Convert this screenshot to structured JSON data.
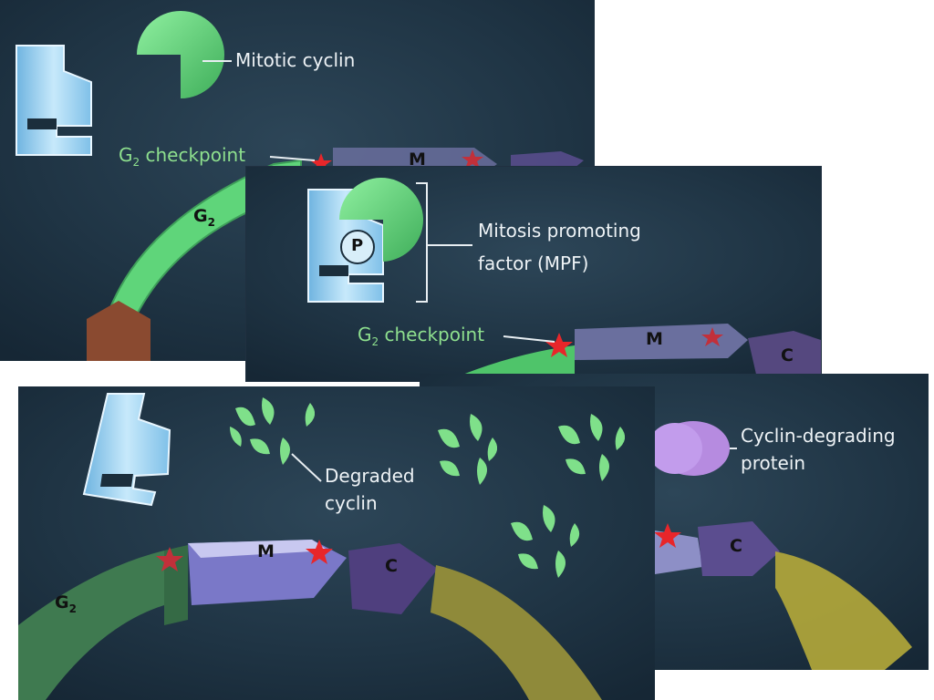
{
  "panel1": {
    "cyclin_label": "Mitotic cyclin",
    "checkpoint_prefix": "G",
    "checkpoint_sub": "2",
    "checkpoint_suffix": " checkpoint",
    "g2_label": "G",
    "g2_sub": "2",
    "m_label": "M"
  },
  "panel2": {
    "mpf_label_line1": "Mitosis promoting",
    "mpf_label_line2": "factor (MPF)",
    "p_label": "P",
    "checkpoint_prefix": "G",
    "checkpoint_sub": "2",
    "checkpoint_suffix": " checkpoint",
    "m_label": "M",
    "c_label": "C"
  },
  "panel3": {
    "degraded_line1": "Degraded",
    "degraded_line2": "cyclin",
    "m_label": "M",
    "c_label": "C",
    "g2_label": "G",
    "g2_sub": "2"
  },
  "panel4": {
    "protein_line1": "Cyclin-degrading",
    "protein_line2": "protein",
    "c_label": "C"
  },
  "colors": {
    "background": "#22394a",
    "kinase": "#a8d8f4",
    "cyclin": "#62cc7a",
    "g2_arc": "#4fc46a",
    "m_segment": "#8d8fc6",
    "c_segment": "#5b4d8f",
    "star": "#e8262a",
    "degrading_protein": "#b68be0"
  }
}
